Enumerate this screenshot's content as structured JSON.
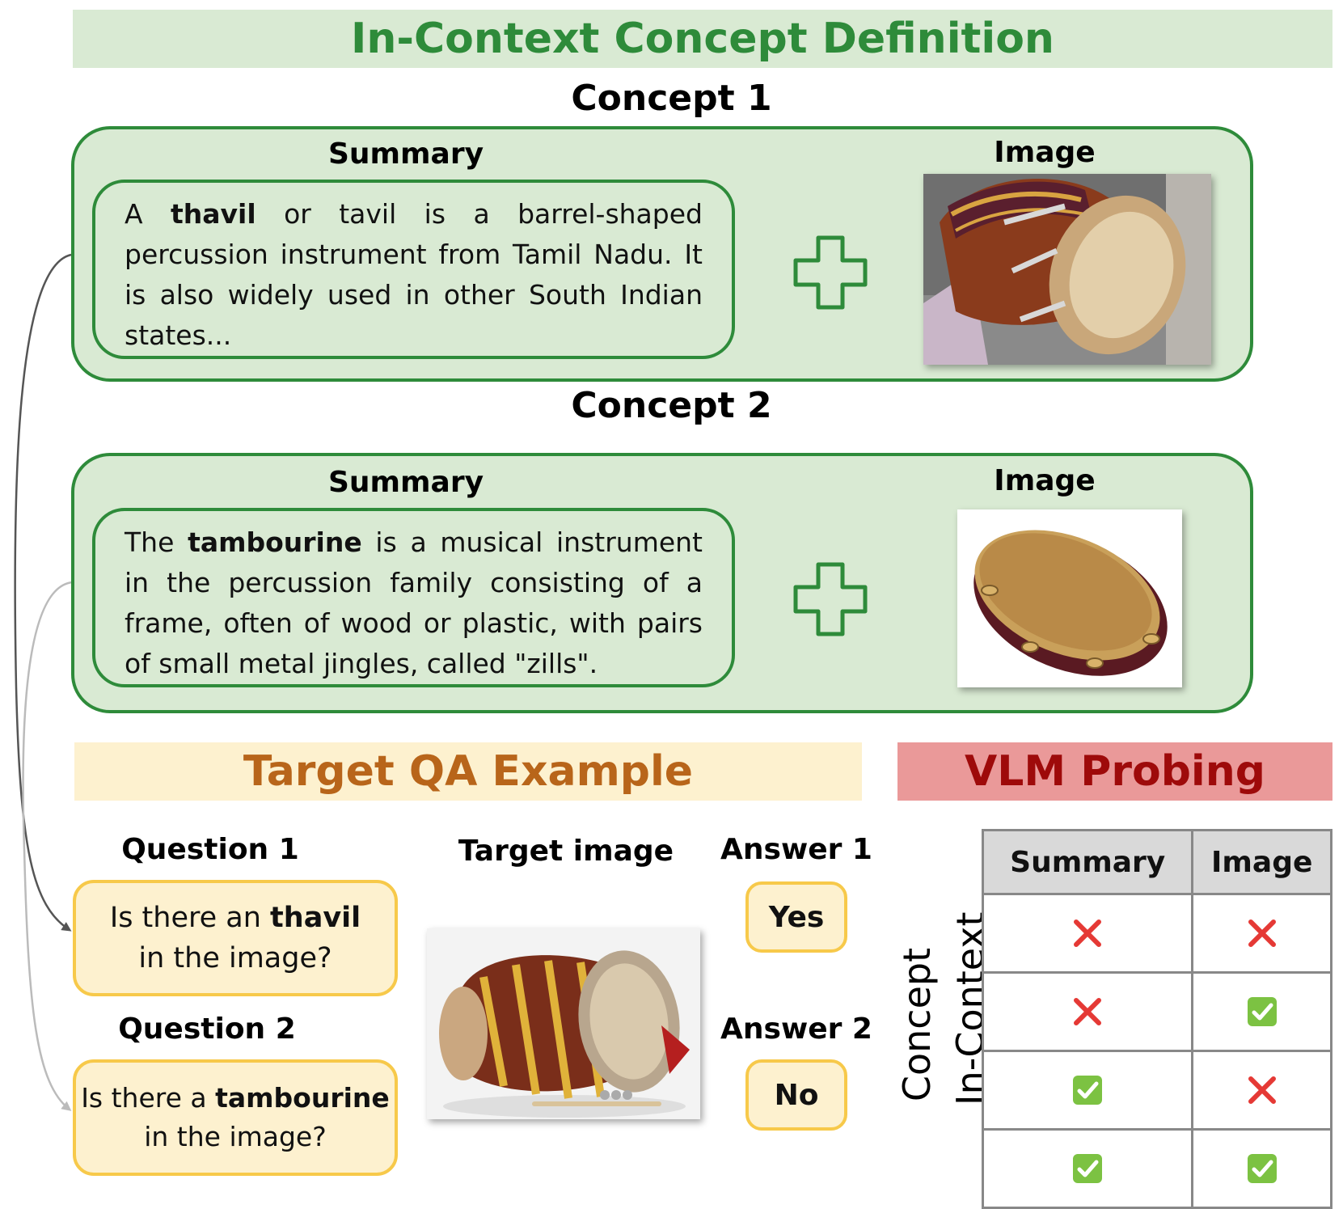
{
  "header": {
    "title": "In-Context Concept Definition"
  },
  "concepts": [
    {
      "title": "Concept 1",
      "summary_heading": "Summary",
      "image_heading": "Image",
      "summary_prefix": "A ",
      "summary_bold": "thavil",
      "summary_rest": " or tavil is a barrel-shaped percussion instrument from Tamil Nadu. It is also widely used in other South Indian states..."
    },
    {
      "title": "Concept 2",
      "summary_heading": "Summary",
      "image_heading": "Image",
      "summary_prefix": "The ",
      "summary_bold": "tambourine",
      "summary_rest": " is a musical instrument in the percussion family consisting of a frame, often of wood or plastic, with pairs of small metal jingles, called \"zills\"."
    }
  ],
  "target_qa": {
    "title": "Target QA Example",
    "target_image_label": "Target image",
    "questions": [
      {
        "heading": "Question 1",
        "prefix": "Is there an ",
        "bold": "thavil",
        "suffix": "in the image?"
      },
      {
        "heading": "Question 2",
        "prefix": "Is there a ",
        "bold": "tambourine",
        "suffix": "in the image?"
      }
    ],
    "answers": [
      {
        "heading": "Answer 1",
        "value": "Yes"
      },
      {
        "heading": "Answer 2",
        "value": "No"
      }
    ]
  },
  "vlm_probing": {
    "title": "VLM Probing",
    "row_label_line1": "In-Context",
    "row_label_line2": "Concept",
    "columns": [
      "Summary",
      "Image"
    ],
    "rows": [
      {
        "summary": "cross",
        "image": "cross"
      },
      {
        "summary": "cross",
        "image": "check"
      },
      {
        "summary": "check",
        "image": "cross"
      },
      {
        "summary": "check",
        "image": "check"
      }
    ]
  },
  "colors": {
    "green_fill": "#d9ead3",
    "green_border": "#2e8b3a",
    "yellow_fill": "#fdf1cf",
    "yellow_border": "#f7c94a",
    "qa_title": "#b8651a",
    "red_fill": "#ea9999",
    "red_title": "#9e0a0a",
    "check": "#7cc242",
    "cross": "#e53935"
  },
  "icons": {
    "plus": "plus-icon",
    "check": "check-icon",
    "cross": "cross-icon",
    "arrow": "arrow-icon"
  }
}
